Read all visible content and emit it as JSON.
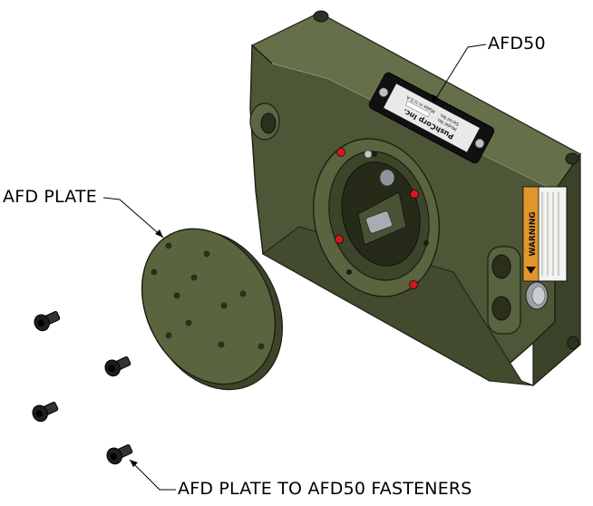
{
  "callouts": {
    "afd50": "AFD50",
    "afd_plate": "AFD PLATE",
    "fasteners": "AFD PLATE TO AFD50 FASTENERS"
  },
  "nameplate": {
    "company": "PushCorp Inc.",
    "line1": "Model No.",
    "line2": "Serial No.",
    "line3": "Made in U.S.A."
  },
  "warning_label": {
    "title": "WARNING"
  },
  "colors": {
    "body": "#4d5737",
    "body_dark": "#353d25",
    "body_light": "#6a7550",
    "edge": "#1b1f12",
    "pin": "#d11a1a",
    "label_orange": "#e0962b",
    "fastener": "#2a2a2a"
  },
  "icons": {
    "pin": "red-alignment-pin-icon",
    "screw": "socket-head-cap-screw-icon"
  }
}
